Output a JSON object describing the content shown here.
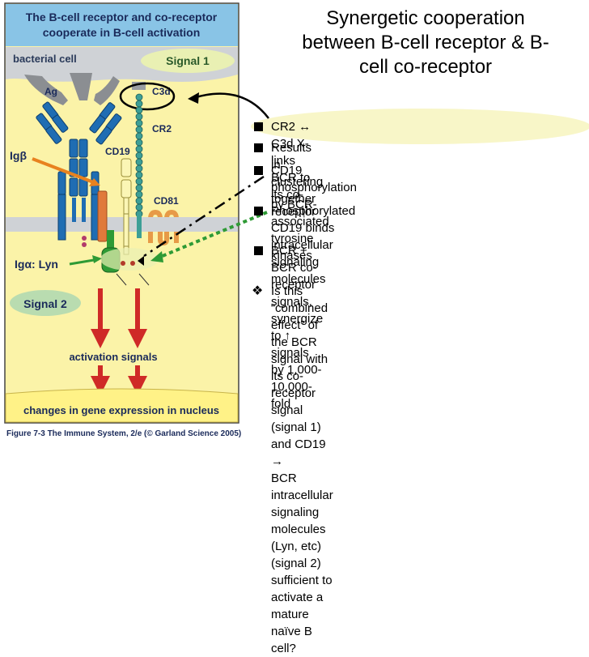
{
  "figure": {
    "header": "The B-cell receptor and co-receptor cooperate in B-cell activation",
    "header_line1": "The B-cell receptor and co-receptor",
    "header_line2": "cooperate in B-cell activation",
    "bacterial_cell": "bacterial cell",
    "signal1": "Signal 1",
    "c3d": "C3d",
    "ag": "Ag",
    "cr2": "CR2",
    "cd19": "CD19",
    "cd81": "CD81",
    "igb": "Igβ",
    "iga_lyn": "Igα: Lyn",
    "signal2": "Signal 2",
    "activation": "activation signals",
    "nucleus": "changes in gene expression in nucleus",
    "caption": "Figure 7-3  The Immune System, 2/e (© Garland Science 2005)",
    "colors": {
      "header_bg": "#89c4e6",
      "bacterial_bg": "#cfd2d6",
      "cytoplasm": "#fbf3a8",
      "nucleus_bg": "#fff287",
      "receptor_blue": "#1f6db3",
      "cr2_teal": "#3d9f96",
      "cd81_orange": "#e79a47",
      "red_arrow": "#cf2a27",
      "green": "#2e9a35",
      "ellipse": "#e9f0b3"
    }
  },
  "slide": {
    "title": "Synergetic cooperation between B-cell receptor & B-cell co-receptor",
    "title_lines": [
      "Synergetic cooperation",
      "between B-cell receptor & B-",
      "cell co-receptor"
    ],
    "bullets": [
      {
        "marker": "square",
        "lines": [
          "CR2 ↔ C3d X-links BCR to its co-receptor"
        ]
      },
      {
        "marker": "square",
        "lines": [
          "Results in clustering together"
        ]
      },
      {
        "marker": "square",
        "lines": [
          "CD19 phosphorylation by BCR-associated",
          "tyrosine kinases"
        ]
      },
      {
        "marker": "square",
        "lines": [
          "Phosphorylated CD19 binds intracellular",
          "signaling molecules"
        ]
      },
      {
        "marker": "square",
        "lines": [
          "BCR + BCR co-receptor signals, synergize to ↑",
          "signals by 1,000- 10,000-fold"
        ]
      },
      {
        "marker": "diamond",
        "lines": [
          "Is this “combined effect” of the BCR signal with",
          "its co-receptor signal (signal 1) and CD19 →",
          "BCR intracellular signaling molecules (Lyn, etc)",
          "(signal 2) sufficient to activate a mature naïve B",
          "cell?"
        ]
      }
    ]
  }
}
